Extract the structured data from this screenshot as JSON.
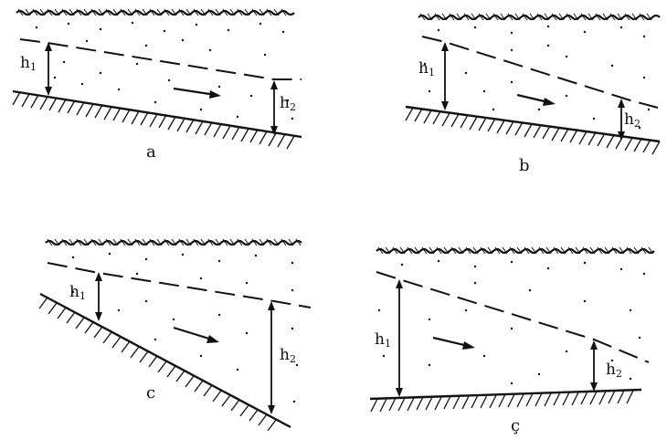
{
  "panels": [
    {
      "id": "a",
      "caption": "a",
      "h1": "h",
      "h1_sub": "1",
      "h2": "h",
      "h2_sub": "2"
    },
    {
      "id": "b",
      "caption": "b",
      "h1": "h",
      "h1_sub": "1",
      "h2": "h",
      "h2_sub": "2"
    },
    {
      "id": "c",
      "caption": "c",
      "h1": "h",
      "h1_sub": "1",
      "h2": "h",
      "h2_sub": "2"
    },
    {
      "id": "cc",
      "caption": "ç",
      "h1": "h",
      "h1_sub": "1",
      "h2": "h",
      "h2_sub": "2"
    }
  ],
  "colors": {
    "ink": "#111111",
    "background": "#ffffff"
  }
}
